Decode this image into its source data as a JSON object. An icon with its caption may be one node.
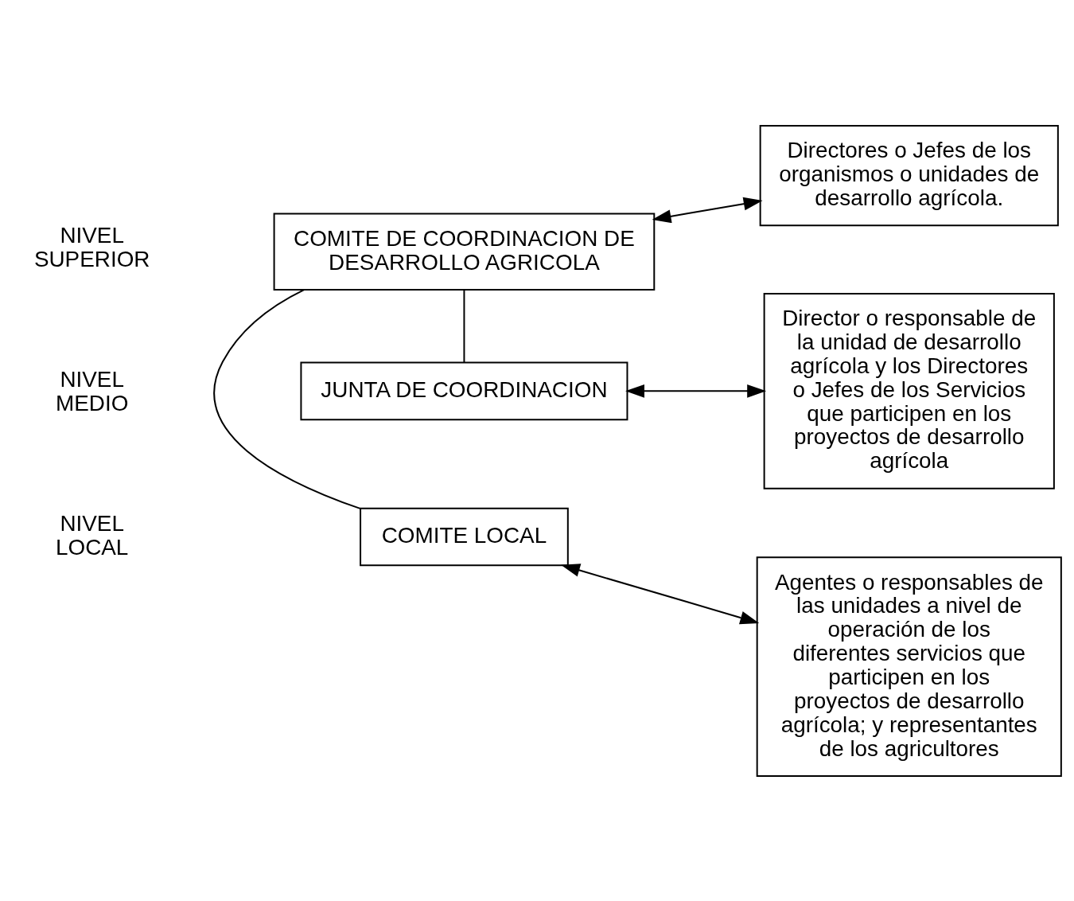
{
  "diagram": {
    "nodes": [
      {
        "text": [
          "COMITE DE COORDINACION DE DESARROLLO AGRICOLA"
        ]
      },
      {
        "text": [
          "Directores o Jefes de los organismos o unidades de desarrollo agrícola."
        ]
      },
      {
        "text": [
          "JUNTA DE COORDINACION"
        ]
      },
      {
        "text": [
          "Director o responsable de la unidad de desarrollo agrícola y los Directores o Jefes de los Servicios que participen en los proyectos de desarrollo agrícola"
        ]
      },
      {
        "text": [
          "COMITE LOCAL"
        ]
      },
      {
        "text": [
          "Agentes o responsables de las unidades a nivel de operación de los diferentes servicios que participen en los proyectos de desarrollo agrícola; y representantes de los agricultores"
        ]
      }
    ],
    "edges": [
      {
        "from": 0,
        "to": 1,
        "arrow": "both"
      },
      {
        "from": 2,
        "to": 3,
        "arrow": "both"
      },
      {
        "from": 4,
        "to": 5,
        "arrow": "both"
      },
      {
        "from": 0,
        "to": 2,
        "arrow": "none"
      },
      {
        "from": 0,
        "to": 4,
        "arrow": "none"
      }
    ],
    "labels": [
      "NIVEL SUPERIOR",
      "NIVEL MEDIO",
      "NIVEL LOCAL"
    ]
  }
}
